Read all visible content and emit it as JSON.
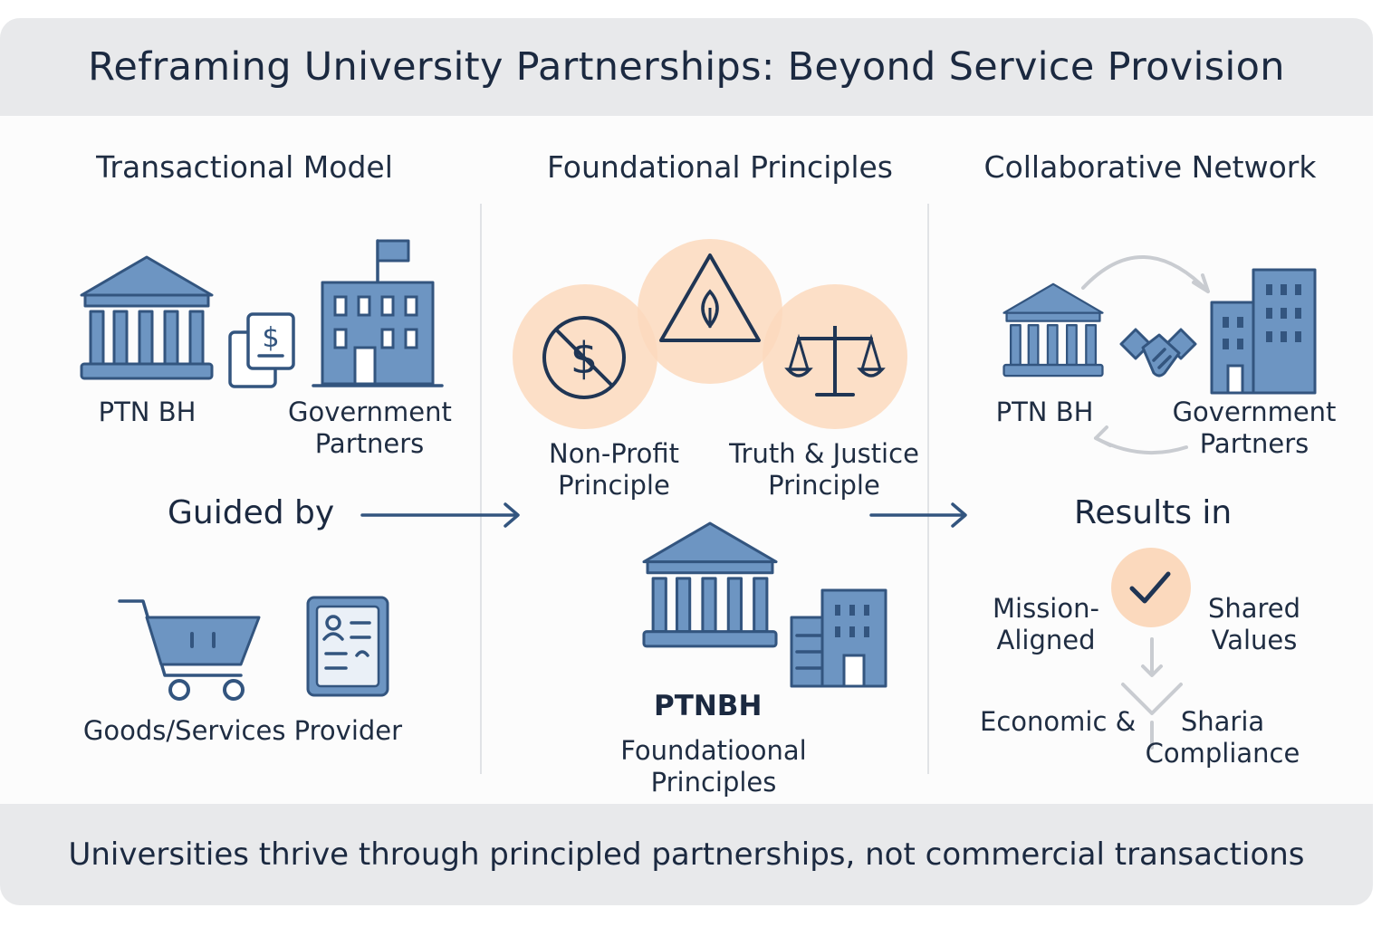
{
  "title": "Reframing University Partnerships: Beyond Service Provision",
  "footer": "Universities thrive through principled partnerships, not commercial transactions",
  "columns": {
    "transactional": {
      "heading": "Transactional Model",
      "university": "PTN BH",
      "government": "Government Partners",
      "guided_by": "Guided by",
      "provider": "Goods/Services Provider"
    },
    "principles": {
      "heading": "Foundational Principles",
      "non_profit": "Non-Profit Principle",
      "truth_justice": "Truth & Justice Principle",
      "institution": "PTNBH",
      "foundational": "Foundatioonal Principles"
    },
    "collaborative": {
      "heading": "Collaborative Network",
      "university": "PTN BH",
      "government": "Government Partners",
      "results_in": "Results in",
      "mission": "Mission-Aligned",
      "shared": "Shared Values",
      "economic": "Economic &",
      "sharia": "Sharia Compliance"
    }
  },
  "colors": {
    "icon_fill": "#6d95c2",
    "icon_stroke": "#33557f",
    "principle_circle": "#fbd9bd",
    "panel_bg": "#e8e9eb",
    "text": "#1f2d42"
  }
}
